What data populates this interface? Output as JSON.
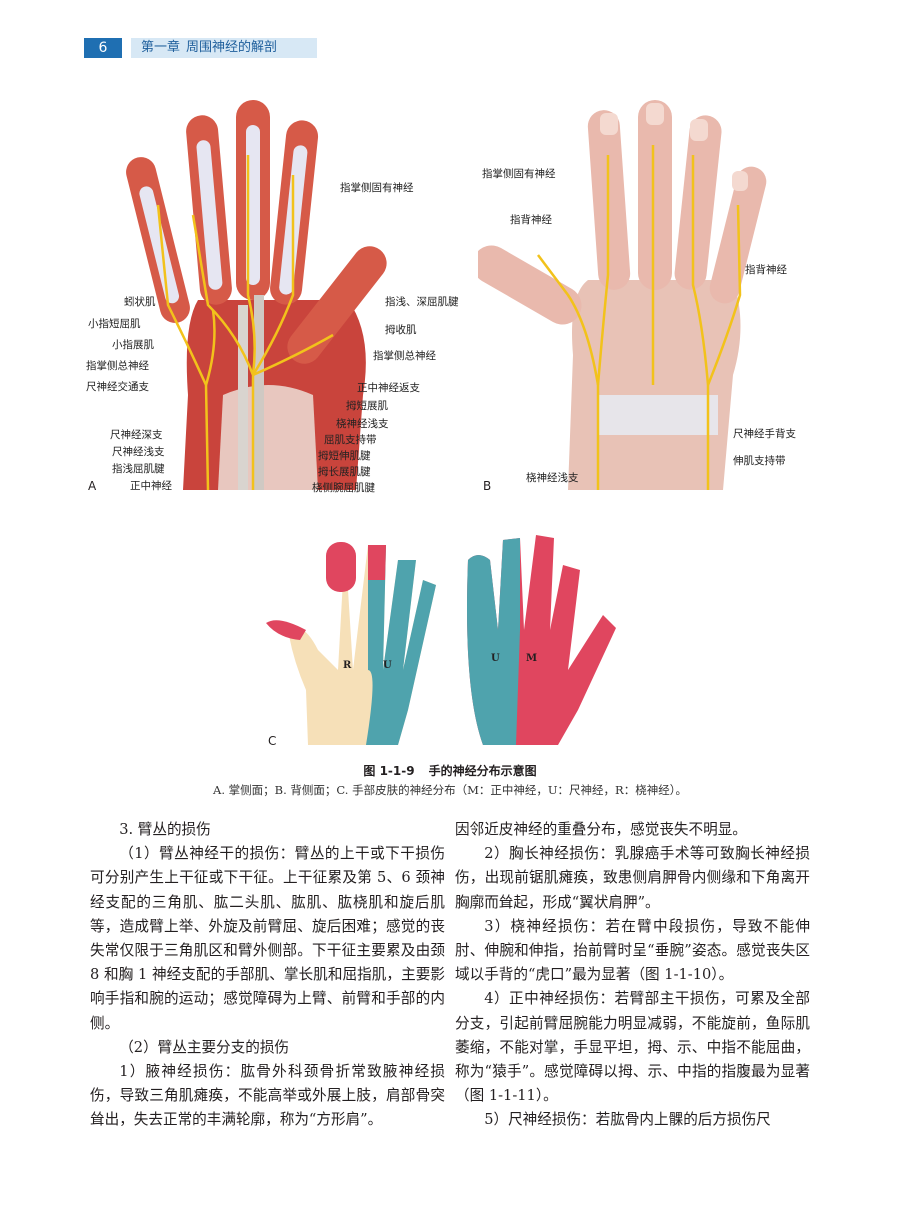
{
  "header": {
    "page_number": "6",
    "chapter_label": "第一章",
    "chapter_title": "周围神经的解剖"
  },
  "figure": {
    "panel_a": {
      "letter": "A",
      "labels": [
        "指掌侧固有神经",
        "蚓状肌",
        "小指短屈肌",
        "小指展肌",
        "指掌侧总神经",
        "尺神经交通支",
        "指浅、深屈肌腱",
        "拇收肌",
        "指掌侧总神经",
        "正中神经返支",
        "拇短展肌",
        "桡神经浅支",
        "屈肌支持带",
        "尺神经深支",
        "尺神经浅支",
        "拇短伸肌腱",
        "指浅屈肌腱",
        "拇长展肌腱",
        "正中神经",
        "桡侧腕屈肌腱"
      ]
    },
    "panel_b": {
      "letter": "B",
      "labels": [
        "指掌侧固有神经",
        "指背神经",
        "指背神经",
        "尺神经手背支",
        "伸肌支持带",
        "桡神经浅支"
      ]
    },
    "panel_c": {
      "letter": "C",
      "regions": [
        "R",
        "U",
        "U",
        "M"
      ]
    },
    "title_number": "图 1-1-9",
    "title_text": "手的神经分布示意图",
    "caption": "A. 掌侧面；B. 背侧面；C. 手部皮肤的神经分布（M：正中神经，U：尺神经，R：桡神经）。"
  },
  "body": {
    "left": [
      "3. 臂丛的损伤",
      "（1）臂丛神经干的损伤：臂丛的上干或下干损伤可分别产生上干征或下干征。上干征累及第 5、6 颈神经支配的三角肌、肱二头肌、肱肌、肱桡肌和旋后肌等，造成臂上举、外旋及前臂屈、旋后困难；感觉的丧失常仅限于三角肌区和臂外侧部。下干征主要累及由颈 8 和胸 1 神经支配的手部肌、掌长肌和屈指肌，主要影响手指和腕的运动；感觉障碍为上臂、前臂和手部的内侧。",
      "（2）臂丛主要分支的损伤",
      "1）腋神经损伤：肱骨外科颈骨折常致腋神经损伤，导致三角肌瘫痪，不能高举或外展上肢，肩部骨突耸出，失去正常的丰满轮廓，称为“方形肩”。"
    ],
    "right": [
      "因邻近皮神经的重叠分布，感觉丧失不明显。",
      "2）胸长神经损伤：乳腺癌手术等可致胸长神经损伤，出现前锯肌瘫痪，致患侧肩胛骨内侧缘和下角离开胸廓而耸起，形成“翼状肩胛”。",
      "3）桡神经损伤：若在臂中段损伤，导致不能伸肘、伸腕和伸指，抬前臂时呈“垂腕”姿态。感觉丧失区域以手背的“虎口”最为显著（图 1-1-10）。",
      "4）正中神经损伤：若臂部主干损伤，可累及全部分支，引起前臂屈腕能力明显减弱，不能旋前，鱼际肌萎缩，不能对掌，手显平坦，拇、示、中指不能屈曲，称为“猿手”。感觉障碍以拇、示、中指的指腹最为显著（图 1-1-11）。",
      "5）尺神经损伤：若肱骨内上髁的后方损伤尺"
    ]
  },
  "colors": {
    "header_blue": "#1f6fb2",
    "header_light": "#d7e8f5",
    "median_red": "#e0465f",
    "ulnar_teal": "#4fa3ad",
    "radial_beige": "#f6e0b8",
    "nerve_yellow": "#f2c21b"
  }
}
